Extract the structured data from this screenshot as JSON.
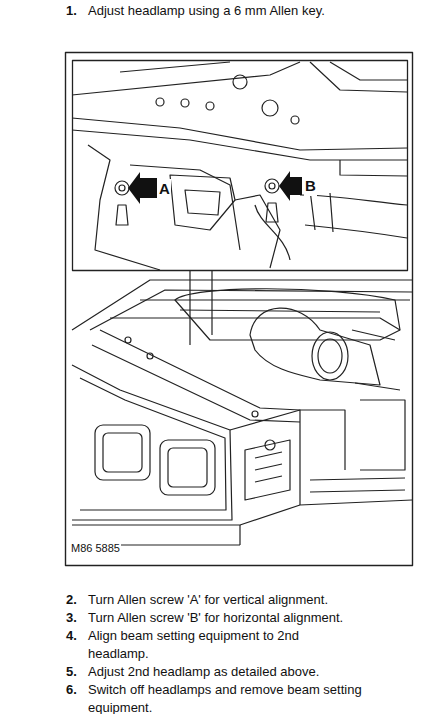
{
  "diagram": {
    "labels": [
      "1.",
      "Adjust headlamp using a 6 mm Allen key.",
      "A",
      "B",
      "M86 5885",
      "2.",
      "Turn Allen screw 'A' for vertical alignment.",
      "3.",
      "Turn Allen screw 'B' for horizontal alignment.",
      "4.",
      "Align beam setting equipment to 2nd headlamp.",
      "5.",
      "Adjust 2nd headlamp as detailed above.",
      "6.",
      "Switch off headlamps and remove beam setting equipment."
    ]
  }
}
